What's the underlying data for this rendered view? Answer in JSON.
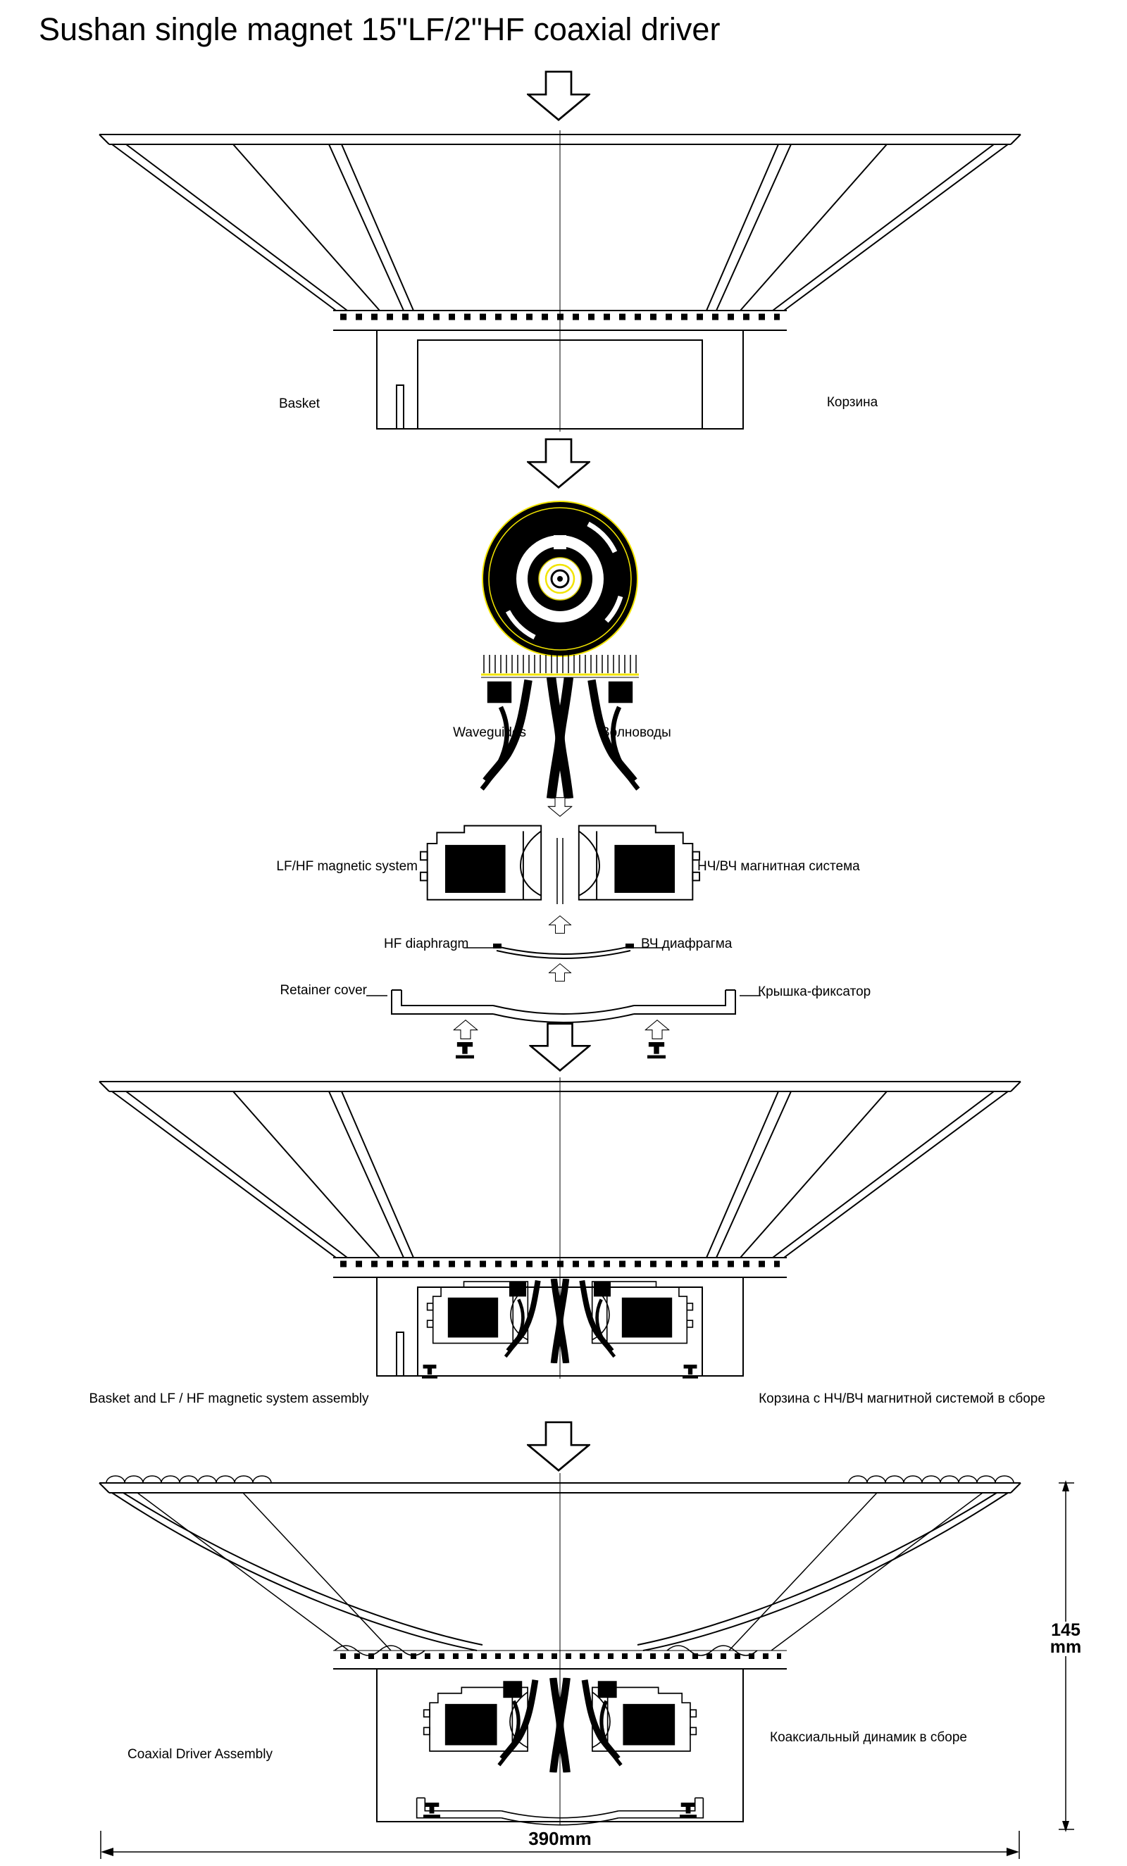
{
  "title": "Sushan single magnet 15\"LF/2\"HF coaxial driver",
  "parts": {
    "basket": {
      "en": "Basket",
      "ru": "Корзина"
    },
    "waveguides": {
      "en": "Waveguides",
      "ru": "Волноводы"
    },
    "magnetic_system": {
      "en": "LF/HF magnetic system",
      "ru": "НЧ/ВЧ магнитная система"
    },
    "hf_diaphragm": {
      "en": "HF diaphragm",
      "ru": "ВЧ диафрагма"
    },
    "retainer_cover": {
      "en": "Retainer cover",
      "ru": "Крышка-фиксатор"
    },
    "basket_assembly": {
      "en": "Basket and LF / HF magnetic system assembly",
      "ru": "Корзина с НЧ/ВЧ магнитной системой в сборе"
    },
    "coaxial_assembly": {
      "en": "Coaxial Driver Assembly",
      "ru": "Коаксиальный динамик в сборе"
    }
  },
  "dimensions": {
    "height_value": "145",
    "height_unit": "mm",
    "width_label": "390mm"
  },
  "colors": {
    "line": "#000000",
    "background": "#ffffff",
    "accent_yellow": "#ffff00"
  }
}
